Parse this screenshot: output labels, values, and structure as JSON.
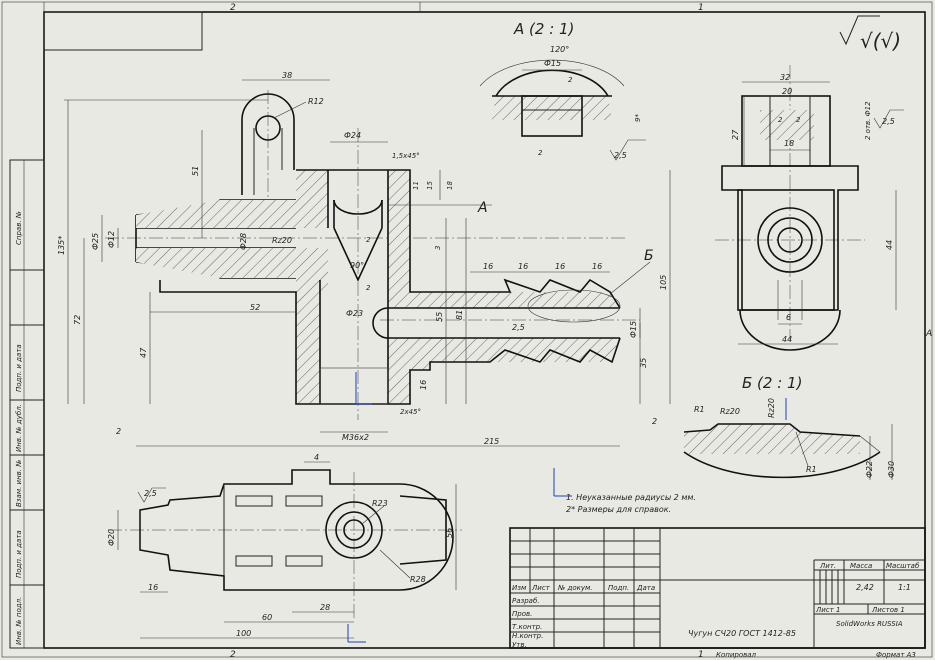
{
  "frame": {
    "top_zones": [
      "2",
      "1"
    ],
    "bottom_zones": [
      "2",
      "1"
    ],
    "right_zone": "A"
  },
  "side_stamps": [
    "Справ. №",
    "Подп. и дата",
    "Инв. № дубл.",
    "Взам. инв. №",
    "Подп. и дата",
    "Инв. № подл."
  ],
  "detail_a": {
    "title": "А (2 : 1)",
    "angle": "120°",
    "dia": "Ф15",
    "chamfer": "2",
    "depth": "9*",
    "rough": "2"
  },
  "detail_b": {
    "title": "Б (2 : 1)",
    "r1": "R1",
    "rz": "Rz20",
    "rz2": "Rz20",
    "r1b": "R1",
    "d22": "Ф22",
    "d30": "Ф30"
  },
  "roughness_mark": "√(√)",
  "front_view": {
    "dims": {
      "d38": "38",
      "r12": "R12",
      "d24": "Ф24",
      "ch15": "1,5x45°",
      "d51": "51",
      "d135": "135*",
      "d25": "Ф25",
      "d12": "Ф12",
      "d28": "Ф28",
      "rz20": "Rz20",
      "d90": "90°",
      "d52": "52",
      "d23": "Ф23",
      "d72": "72",
      "d47": "47",
      "d55": "55",
      "d81": "81",
      "d105": "105",
      "d16a": "16",
      "d16b": "16",
      "d16c": "16",
      "d16d": "16",
      "d15": "Ф15",
      "d35": "35",
      "d16e": "16",
      "m36": "M36x2",
      "ch2": "2x45°",
      "d215": "215",
      "r25": "2,5",
      "d11": "11",
      "d15b": "15",
      "d18": "18",
      "d3": "3",
      "d2a": "2",
      "d2b": "2",
      "rough25": "2,5",
      "rough2": "2",
      "rough2b": "2"
    },
    "callout_a": "А",
    "callout_b": "Б"
  },
  "side_view": {
    "dims": {
      "d32": "32",
      "d20": "20",
      "d2a": "2",
      "d2b": "2",
      "d18": "18",
      "d27": "27",
      "holes": "2 отв. Ф12",
      "r25": "2,5",
      "d44v": "44",
      "d6": "6",
      "d44h": "44"
    }
  },
  "top_view": {
    "dims": {
      "d4": "4",
      "r25": "2,5",
      "d20": "Ф20",
      "r23": "R23",
      "r28": "R28",
      "d56": "56",
      "d16": "16",
      "d60": "60",
      "d28": "28",
      "d100": "100"
    }
  },
  "notes": [
    "1. Неуказанные радиусы 2 мм.",
    "2* Размеры для справок."
  ],
  "title_block": {
    "header_cols": [
      "Изм",
      "Лист",
      "№ докум.",
      "Подп.",
      "Дата"
    ],
    "rows": [
      "Разраб.",
      "Пров.",
      "Т.контр.",
      "",
      "Н.контр.",
      "Утв."
    ],
    "material": "Чугун СЧ20 ГОСТ 1412-85",
    "lit_label": "Лит.",
    "mass_label": "Масса",
    "scale_label": "Масштаб",
    "mass": "2,42",
    "scale": "1:1",
    "sheet": "Лист 1",
    "sheets": "Листов 1",
    "company": "SolidWorks\nRUSSIA",
    "copied": "Копировал",
    "format": "Формат А3"
  }
}
